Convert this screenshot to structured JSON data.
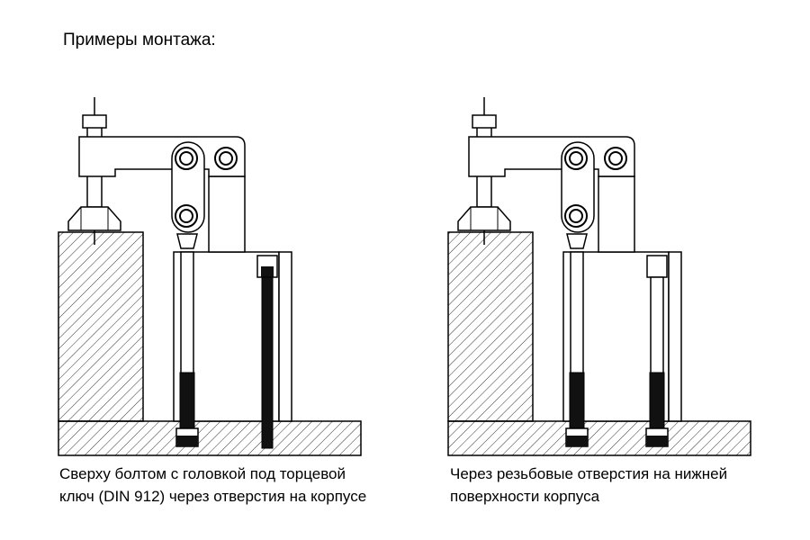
{
  "heading": "Примеры монтажа:",
  "examples": [
    {
      "caption_line1": "Сверху болтом с головкой под торцевой",
      "caption_line2": "ключ (DIN 912) через отверстия на корпусе"
    },
    {
      "caption_line1": "Через резьбовые отверстия на нижней",
      "caption_line2": "поверхности корпуса"
    }
  ]
}
